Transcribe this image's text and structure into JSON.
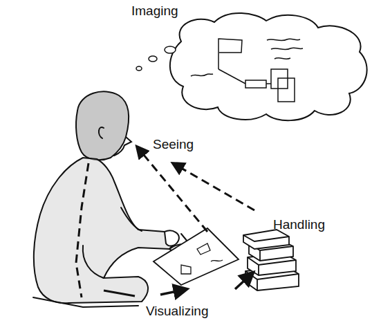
{
  "diagram": {
    "labels": [
      "Imaging",
      "Seeing",
      "Handling",
      "Visualizing"
    ]
  }
}
